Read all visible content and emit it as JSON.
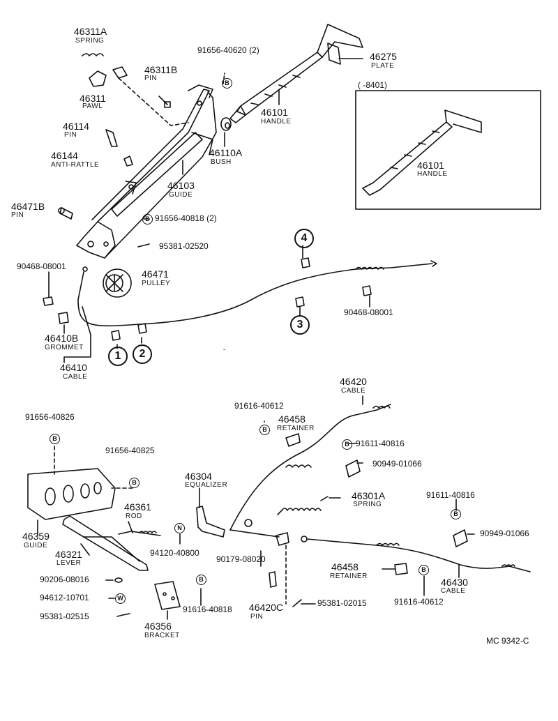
{
  "parts": {
    "p46311A": {
      "num": "46311A",
      "name": "SPRING"
    },
    "p46311": {
      "num": "46311",
      "name": "PAWL"
    },
    "p46311B": {
      "num": "46311B",
      "name": "PIN"
    },
    "p91656_40620": {
      "num": "91656-40620 (2)"
    },
    "p46275": {
      "num": "46275",
      "name": "PLATE"
    },
    "p46101": {
      "num": "46101",
      "name": "HANDLE"
    },
    "p46101_alt": {
      "num": "46101",
      "name": "HANDLE"
    },
    "p46114": {
      "num": "46114",
      "name": "PIN"
    },
    "p46144": {
      "num": "46144",
      "name": "ANTI-RATTLE"
    },
    "p46110A": {
      "num": "46110A",
      "name": "BUSH"
    },
    "p46103": {
      "num": "46103",
      "name": "GUIDE"
    },
    "p46471B": {
      "num": "46471B",
      "name": "PIN"
    },
    "p91656_40818": {
      "num": "91656-40818 (2)"
    },
    "p95381_02520": {
      "num": "95381-02520"
    },
    "p90468_08001_l": {
      "num": "90468-08001"
    },
    "p46471": {
      "num": "46471",
      "name": "PULLEY"
    },
    "p90468_08001_r": {
      "num": "90468-08001"
    },
    "p46410B": {
      "num": "46410B",
      "name": "GROMMET"
    },
    "p46410": {
      "num": "46410",
      "name": "CABLE"
    },
    "p46420": {
      "num": "46420",
      "name": "CABLE"
    },
    "p91616_40612_t": {
      "num": "91616-40612"
    },
    "p46458_t": {
      "num": "46458",
      "name": "RETAINER"
    },
    "p91656_40826": {
      "num": "91656-40826"
    },
    "p91656_40825": {
      "num": "91656-40825"
    },
    "p91611_40816_a": {
      "num": "91611-40816"
    },
    "p90949_01066_a": {
      "num": "90949-01066"
    },
    "p46304": {
      "num": "46304",
      "name": "EQUALIZER"
    },
    "p46301A": {
      "num": "46301A",
      "name": "SPRING"
    },
    "p91611_40816_b": {
      "num": "91611-40816"
    },
    "p90949_01066_b": {
      "num": "90949-01066"
    },
    "p46361": {
      "num": "46361",
      "name": "ROD"
    },
    "p46359": {
      "num": "46359",
      "name": "GUIDE"
    },
    "p46321": {
      "num": "46321",
      "name": "LEVER"
    },
    "p94120_40800": {
      "num": "94120-40800"
    },
    "p90179_08020": {
      "num": "90179-08020"
    },
    "p46458_b": {
      "num": "46458",
      "name": "RETAINER"
    },
    "p46430": {
      "num": "46430",
      "name": "CABLE"
    },
    "p90206_08016": {
      "num": "90206-08016"
    },
    "p94612_10701": {
      "num": "94612-10701"
    },
    "p95381_02515": {
      "num": "95381-02515"
    },
    "p91616_40818": {
      "num": "91616-40818"
    },
    "p46356": {
      "num": "46356",
      "name": "BRACKET"
    },
    "p46420C": {
      "num": "46420C",
      "name": "PIN"
    },
    "p95381_02015": {
      "num": "95381-02015"
    },
    "p91616_40612_b": {
      "num": "91616-40612"
    }
  },
  "variant_range": "(      -8401)",
  "callouts": [
    "1",
    "2",
    "3",
    "4"
  ],
  "markers": {
    "bolt": "B",
    "nut": "N",
    "washer": "W"
  },
  "figure_code": "MC  9342-C"
}
